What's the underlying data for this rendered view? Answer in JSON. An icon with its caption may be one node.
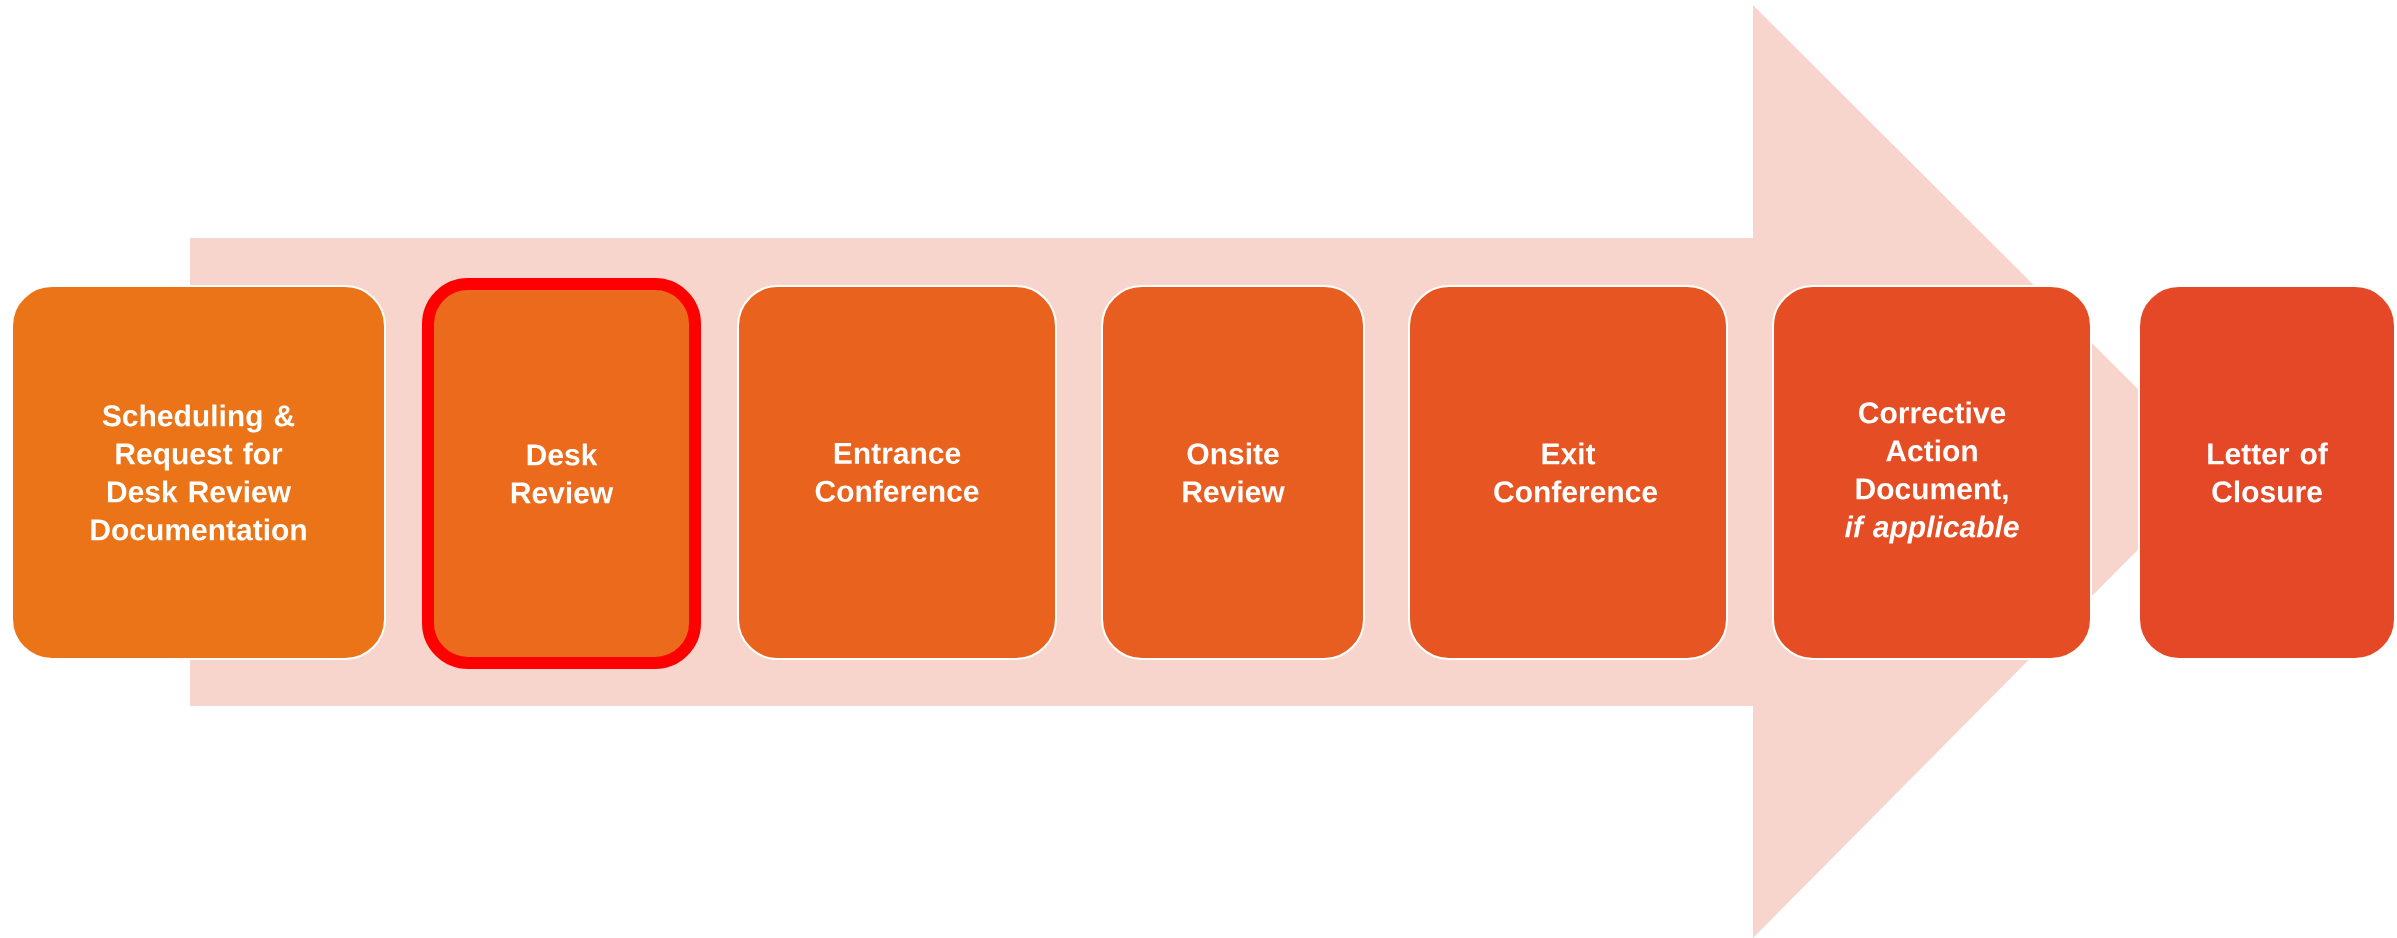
{
  "diagram": {
    "nodes": [
      {
        "text": [
          "Scheduling & Request for Desk Review Documentation"
        ]
      },
      {
        "text": [
          "Desk Review"
        ]
      },
      {
        "text": [
          "Entrance Conference"
        ]
      },
      {
        "text": [
          "Onsite Review"
        ]
      },
      {
        "text": [
          "Exit Conference"
        ]
      },
      {
        "text": [
          "Corrective Action Document, *if applicable*"
        ]
      },
      {
        "text": [
          "Letter of Closure"
        ]
      }
    ],
    "edges": [
      {
        "from": 0,
        "to": 6,
        "arrow": "to"
      }
    ]
  }
}
